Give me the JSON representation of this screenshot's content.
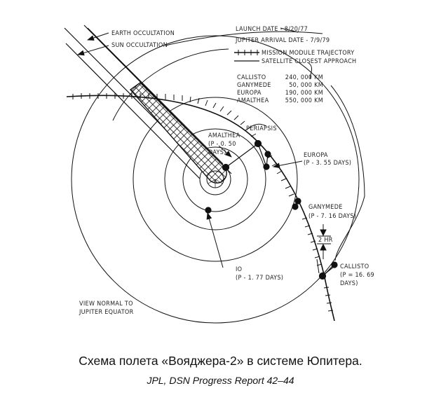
{
  "diagram": {
    "labels": {
      "earth_occultation": "EARTH OCCULTATION",
      "sun_occultation": "SUN OCCULTATION",
      "launch_date": "LAUNCH DATE - 8/20/77",
      "arrival_date": "JUPITER ARRIVAL DATE - 7/9/79",
      "periapsis": "PERIAPSIS",
      "view_note_line1": "VIEW NORMAL TO",
      "view_note_line2": "JUPITER EQUATOR",
      "two_hr": "2 HR"
    },
    "legend": [
      {
        "symbol": "ticked-line",
        "label": "MISSION MODULE TRAJECTORY"
      },
      {
        "symbol": "solid-line",
        "label": "SATELLITE CLOSEST APPROACH"
      }
    ],
    "closest_approach_table": [
      {
        "moon": "CALLISTO",
        "distance": "240, 000 KM"
      },
      {
        "moon": "GANYMEDE",
        "distance": "50, 000 KM"
      },
      {
        "moon": "EUROPA",
        "distance": "190, 000 KM"
      },
      {
        "moon": "AMALTHEA",
        "distance": "550, 000 KM"
      }
    ],
    "moons": {
      "amalthea": {
        "name": "AMALTHEA",
        "period_a": "(P - 0. 50",
        "period_b": "DAYS)"
      },
      "io": {
        "name": "IO",
        "period": "(P - 1. 77 DAYS)"
      },
      "europa": {
        "name": "EUROPA",
        "period": "(P - 3. 55 DAYS)"
      },
      "ganymede": {
        "name": "GANYMEDE",
        "period": "(P - 7. 16 DAYS)"
      },
      "callisto": {
        "name": "CALLISTO",
        "period_a": "(P = 16. 69",
        "period_b": "DAYS)"
      }
    },
    "colors": {
      "ink": "#111111",
      "background": "#ffffff"
    }
  },
  "caption": {
    "title": "Схема полета «Вояджера-2» в системе Юпитера.",
    "source": "JPL, DSN Progress Report 42–44"
  }
}
